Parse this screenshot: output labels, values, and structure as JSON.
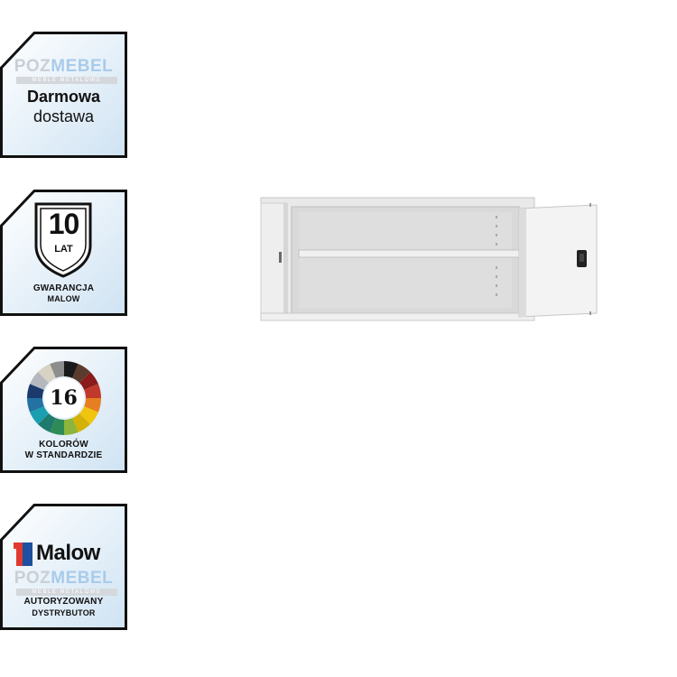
{
  "badges": {
    "delivery": {
      "brand_part1": "POZ",
      "brand_part2": "MEBEL",
      "brand_sub": "MEBLE METALOWE",
      "line1": "Darmowa",
      "line2": "dostawa"
    },
    "warranty": {
      "number": "10",
      "unit": "LAT",
      "line1": "GWARANCJA",
      "line2": "MALOW"
    },
    "colors": {
      "number": "16",
      "line1": "KOLORÓW",
      "line2": "W STANDARDZIE",
      "palette": [
        "#1a1a1a",
        "#5a3b2e",
        "#8b1c1c",
        "#c0392b",
        "#e67e22",
        "#f1c40f",
        "#d4b106",
        "#8bb53c",
        "#2e8b57",
        "#1f7a6e",
        "#1a9fb0",
        "#2471a3",
        "#1b3a6b",
        "#b5b9be",
        "#d8d2c4",
        "#8d8d8d"
      ]
    },
    "distributor": {
      "brand": "Malow",
      "brand_part1": "POZ",
      "brand_part2": "MEBEL",
      "brand_sub": "MEBLE METALOWE",
      "line1": "AUTORYZOWANY",
      "line2": "DYSTRYBUTOR"
    }
  },
  "product": {
    "color": "#e9e9e9"
  }
}
